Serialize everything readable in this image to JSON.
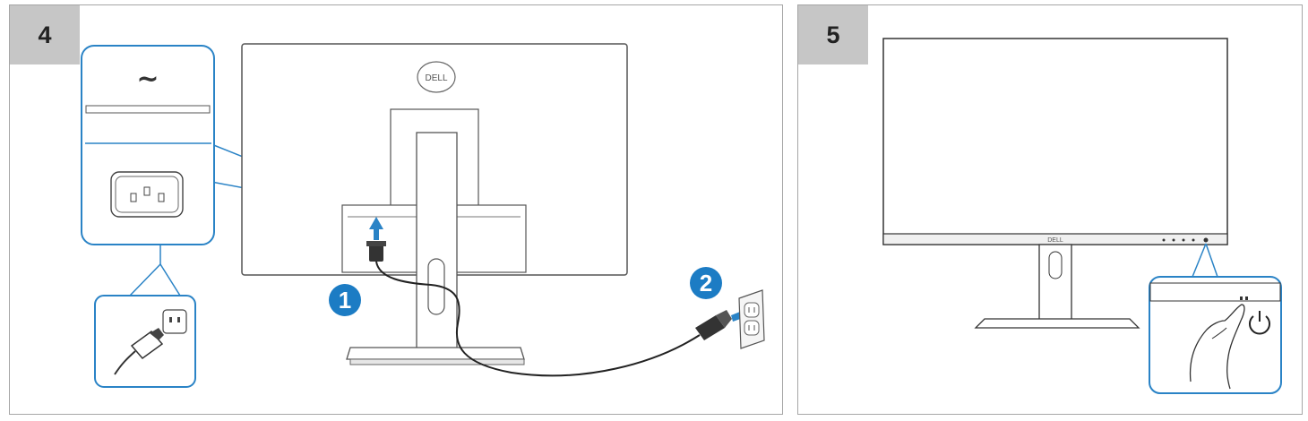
{
  "steps": [
    {
      "number": "4"
    },
    {
      "number": "5"
    }
  ],
  "step4": {
    "ac_symbol": "~",
    "brand_logo": "DELL",
    "callouts": [
      "1",
      "2"
    ],
    "accent_color": "#2a83c6",
    "callout_color": "#1c7cc4",
    "icons": [
      "ac-symbol-icon",
      "power-socket-icon",
      "power-plug-icon",
      "wall-outlet-icon",
      "arrow-up-icon",
      "arrow-right-icon"
    ]
  },
  "step5": {
    "brand_logo": "DELL",
    "icons": [
      "power-button-icon",
      "finger-press-icon"
    ],
    "accent_color": "#2a83c6"
  }
}
